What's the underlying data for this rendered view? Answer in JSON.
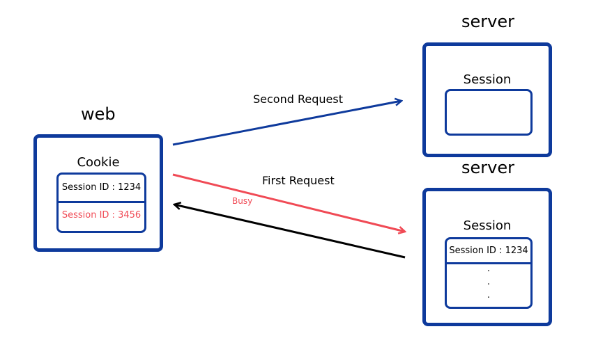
{
  "web": {
    "title": "web",
    "cookie_label": "Cookie",
    "entries": [
      "Session ID : 1234",
      "Session ID : 3456"
    ]
  },
  "server_top": {
    "title": "server",
    "session_label": "Session"
  },
  "server_bottom": {
    "title": "server",
    "session_label": "Session",
    "entries": [
      "Session ID : 1234"
    ],
    "ellipsis": [
      ".",
      ".",
      "."
    ]
  },
  "arrows": {
    "second_request": "Second Request",
    "first_request": "First Request",
    "busy": "Busy"
  },
  "colors": {
    "box_border": "#0e3a9c",
    "second_request": "#0e3a9c",
    "first_request": "#f04a55",
    "response": "#000000",
    "busy_text": "#f04a55"
  }
}
